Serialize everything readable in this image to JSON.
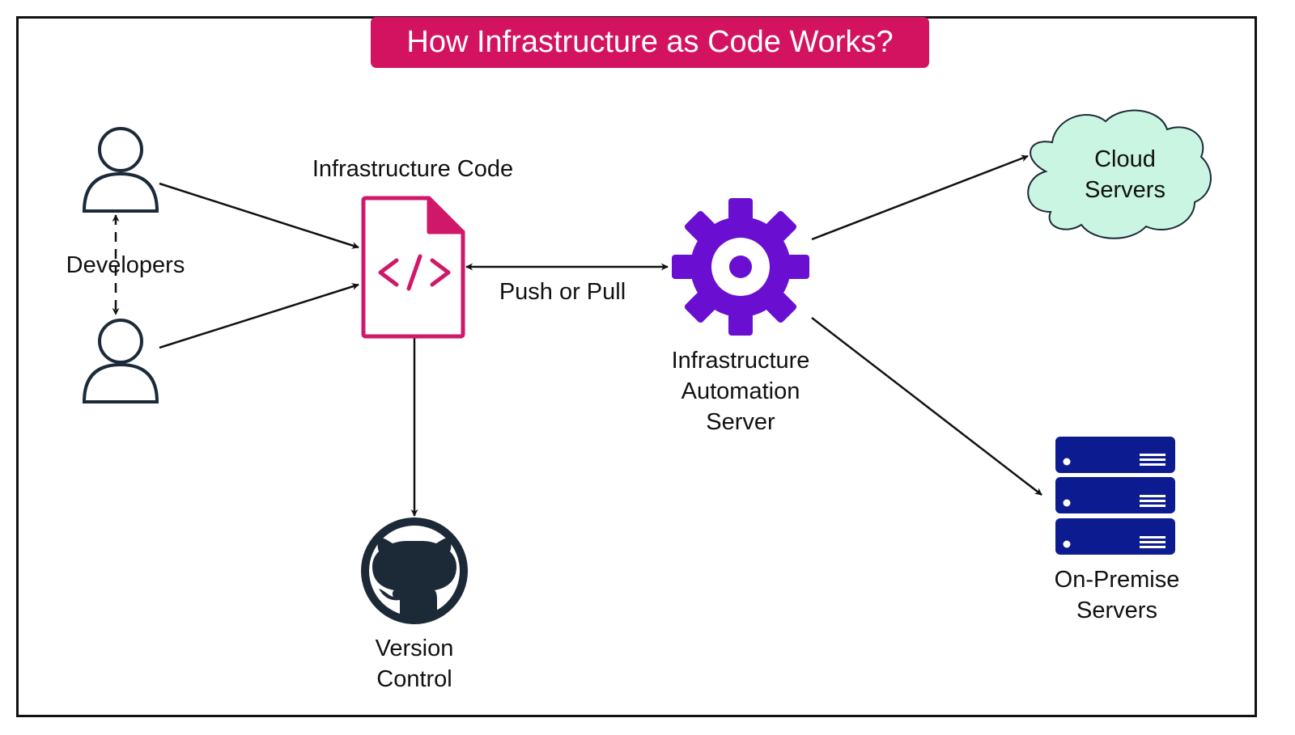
{
  "title": "How Infrastructure as Code Works?",
  "colors": {
    "title_bg": "#d3135f",
    "code_icon": "#d0186a",
    "gear": "#6a0fd1",
    "cloud_fill": "#c9f5e2",
    "server": "#0c1b8f",
    "github": "#1c2a38",
    "user_outline": "#1c2a38",
    "arrow": "#111111"
  },
  "nodes": {
    "developers": {
      "label": "Developers",
      "icon": "user-icon"
    },
    "infra_code": {
      "label": "Infrastructure Code",
      "icon": "code-file-icon"
    },
    "automation": {
      "label": "Infrastructure\nAutomation\nServer",
      "icon": "gear-icon"
    },
    "cloud": {
      "label": "Cloud\nServers",
      "icon": "cloud-icon"
    },
    "on_premise": {
      "label": "On-Premise\nServers",
      "icon": "server-rack-icon"
    },
    "version_control": {
      "label": "Version\nControl",
      "icon": "github-icon"
    }
  },
  "edges": [
    {
      "from": "developer-1",
      "to": "infra_code",
      "label": ""
    },
    {
      "from": "developer-2",
      "to": "infra_code",
      "label": ""
    },
    {
      "from": "developer-1",
      "to": "developer-2",
      "label": "",
      "style": "dashed",
      "bidirectional": true
    },
    {
      "from": "infra_code",
      "to": "automation",
      "label": "Push or Pull",
      "bidirectional": true
    },
    {
      "from": "infra_code",
      "to": "version_control",
      "label": ""
    },
    {
      "from": "automation",
      "to": "cloud",
      "label": ""
    },
    {
      "from": "automation",
      "to": "on_premise",
      "label": ""
    }
  ]
}
